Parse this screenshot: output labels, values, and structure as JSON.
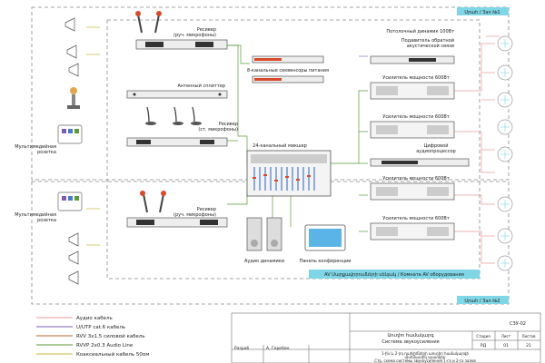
{
  "zones": {
    "zone1": "Սրահ / Зал №1",
    "zone2": "Սրահ / Зал №2",
    "av_band": "AV Սարքավորումների սենյակ / Комната AV оборудования"
  },
  "components": {
    "receiver_handheld": "Ресивер\n(руч. микрофоны)",
    "antenna_splitter": "Антенный сплиттер",
    "receiver_desk": "Ресивер\n(ст. микрофоны)",
    "power_sequencer": "8-канальные секвенсоры питания",
    "ceiling_speaker": "Потолочный динамик 100Вт",
    "feedback_suppressor": "Подавитель обратной\nакустической связи",
    "amplifier_1": "Усилитель мощности 600Вт",
    "amplifier_2": "Усилитель мощности 600Вт",
    "amplifier_3": "Усилитель мощности 600Вт",
    "amplifier_4": "Усилитель мощности 600Вт",
    "mixer": "24-канальный микшер",
    "dsp": "Цифровой\nаудиопроцессор",
    "receiver_handheld_2": "Ресивер\n(руч. микрофоны)",
    "multimedia_socket_1": "Мультимедийная\nрозетка",
    "multimedia_socket_2": "Мультимедийная\nрозетка",
    "audio_speakers": "Аудио динамики",
    "conference_panel": "Панель конференции"
  },
  "legend": [
    {
      "label": "Аудио кабель",
      "color": "#e89a9a"
    },
    {
      "label": "U/UTP cat.6 кабель",
      "color": "#7b5bb5"
    },
    {
      "label": "RVV 3x1.5 силовой кабель",
      "color": "#b06a2a"
    },
    {
      "label": "RVVP 2x0.3 Audio Line",
      "color": "#5a9a3a"
    },
    {
      "label": "Коаксиальный кабель 50ом",
      "color": "#c7b83a"
    }
  ],
  "title_block": {
    "doc_code": "СЗУ-02",
    "title_line1": "Աուդիո համակարգ",
    "title_line2": "Система звукоусиления",
    "col_stage": "Стадия",
    "col_sheet": "Лист",
    "col_sheets": "Листов",
    "stage_val": "РД",
    "sheet_val": "01",
    "sheets_val": "21",
    "role": "Разраб",
    "name": "А. Геребян",
    "desc1": "1-ին և 2-րդ դահլիճների աուդիո համակարգի",
    "desc2": "սխեմատիկ պատկեր",
    "desc3": "Стр. схема системы звукоусиления 1-го и 2-го залов"
  },
  "colors": {
    "green": "#5a9a3a",
    "pink": "#e89a9a",
    "purple": "#7b5bb5",
    "cyan": "#7fd6e6",
    "dash": "#888888"
  }
}
